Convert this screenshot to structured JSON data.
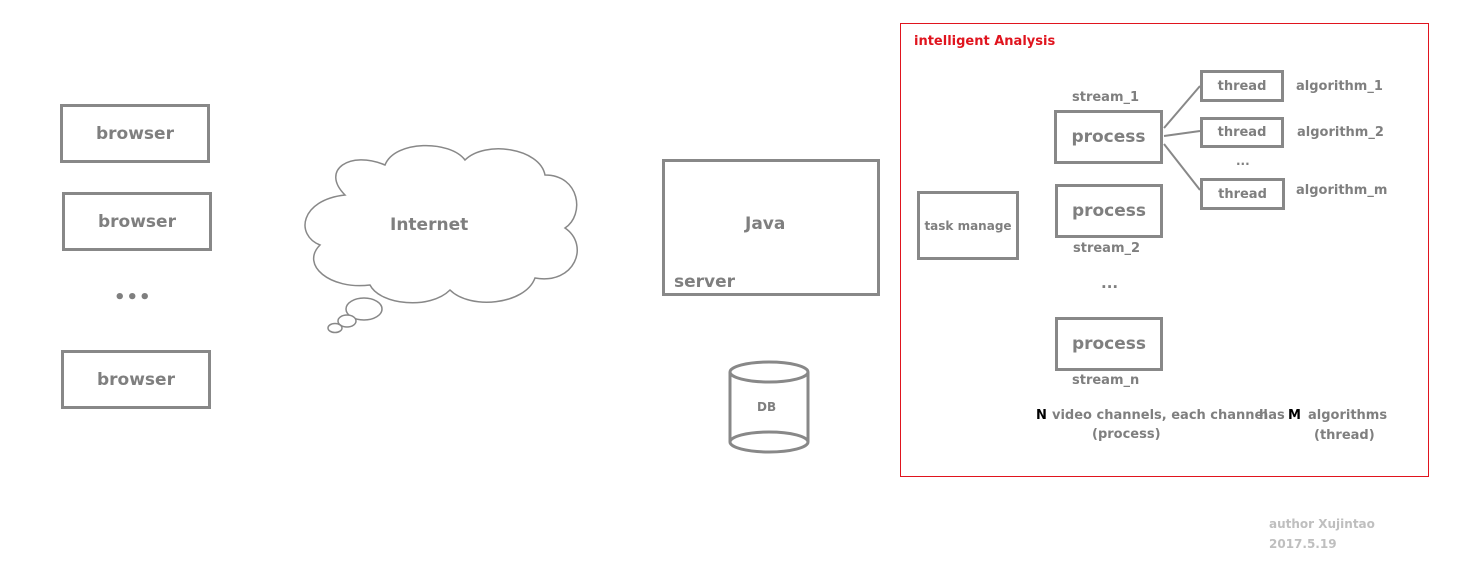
{
  "browsers": {
    "labels": [
      "browser",
      "browser",
      "browser"
    ],
    "ellipsis": "•••"
  },
  "internet": {
    "label": "Internet"
  },
  "server": {
    "title": "Java",
    "label": "server"
  },
  "db": {
    "label": "DB"
  },
  "analysis": {
    "title": "intelligent Analysis",
    "task_manage": "task manage",
    "processes": [
      {
        "label": "process",
        "stream": "stream_1"
      },
      {
        "label": "process",
        "stream": "stream_2"
      },
      {
        "label": "process",
        "stream": "stream_n"
      }
    ],
    "process_ellipsis": "...",
    "threads": [
      {
        "label": "thread",
        "algorithm": "algorithm_1"
      },
      {
        "label": "thread",
        "algorithm": "algorithm_2"
      },
      {
        "label": "thread",
        "algorithm": "algorithm_m"
      }
    ],
    "thread_ellipsis": "...",
    "note": {
      "n": "N",
      "text1": "video channels, each channel",
      "has": "has",
      "m": "M",
      "text2": "algorithms",
      "sub1": "(process)",
      "sub2": "(thread)"
    }
  },
  "author": {
    "name": "author Xujintao",
    "date": "2017.5.19"
  },
  "colors": {
    "line": "#888888",
    "text": "#7f7f7f",
    "accent": "#e0141e",
    "author": "#bfbfbf"
  }
}
